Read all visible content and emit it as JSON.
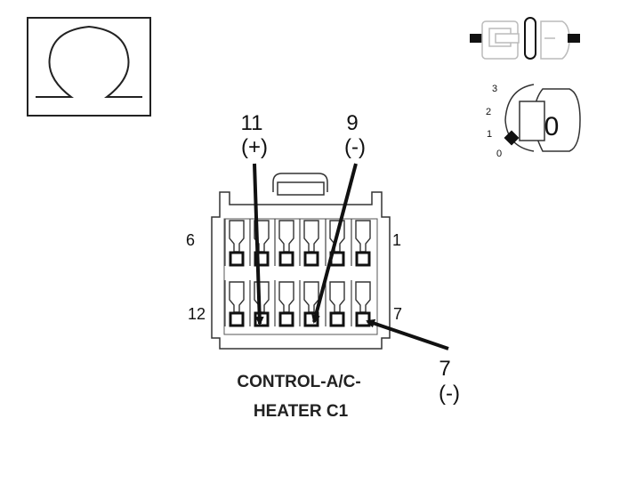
{
  "ohmmeter_symbol": "Ω",
  "ignition": {
    "key_label": "0",
    "positions": [
      "3",
      "2",
      "1",
      "0"
    ]
  },
  "connector": {
    "title_line1": "CONTROL-A/C-",
    "title_line2": "HEATER C1",
    "row_labels": {
      "top_left": "6",
      "top_right": "1",
      "bottom_left": "12",
      "bottom_right": "7"
    }
  },
  "probes": [
    {
      "pin": "11",
      "polarity": "(+)"
    },
    {
      "pin": "9",
      "polarity": "(-)"
    },
    {
      "pin": "7",
      "polarity": "(-)"
    }
  ]
}
